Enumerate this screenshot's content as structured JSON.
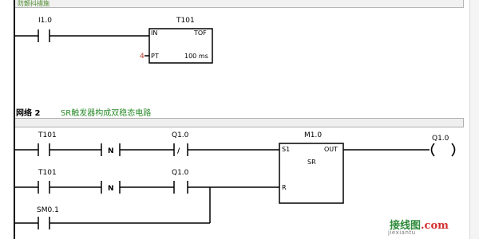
{
  "network1": {
    "comment": "防颤抖措施",
    "contact_label": "I1.0",
    "timer": {
      "name": "T101",
      "input_pin": "IN",
      "type": "TOF",
      "pt_pin": "PT",
      "pt_value": "4",
      "resolution": "100 ms"
    }
  },
  "network2": {
    "label": "网络 2",
    "title": "SR触发器构成双稳态电路",
    "row1": {
      "contact1": "T101",
      "edge1": "N",
      "contact2": "Q1.0",
      "contact2_symbol": "/"
    },
    "row2": {
      "contact1": "T101",
      "edge1": "N",
      "contact2": "Q1.0"
    },
    "row3": {
      "contact1": "SM0.1"
    },
    "flipflop": {
      "name": "M1.0",
      "set_pin": "S1",
      "out_pin": "OUT",
      "type": "SR",
      "reset_pin": "R"
    },
    "coil": "Q1.0"
  },
  "watermark": {
    "text": "接线图",
    "domain": ".com",
    "sub": "jiexiantu"
  },
  "colors": {
    "comment_text": "#4a8a2a",
    "title_text": "#2a8a2a",
    "pt_value": "#c0392b"
  }
}
